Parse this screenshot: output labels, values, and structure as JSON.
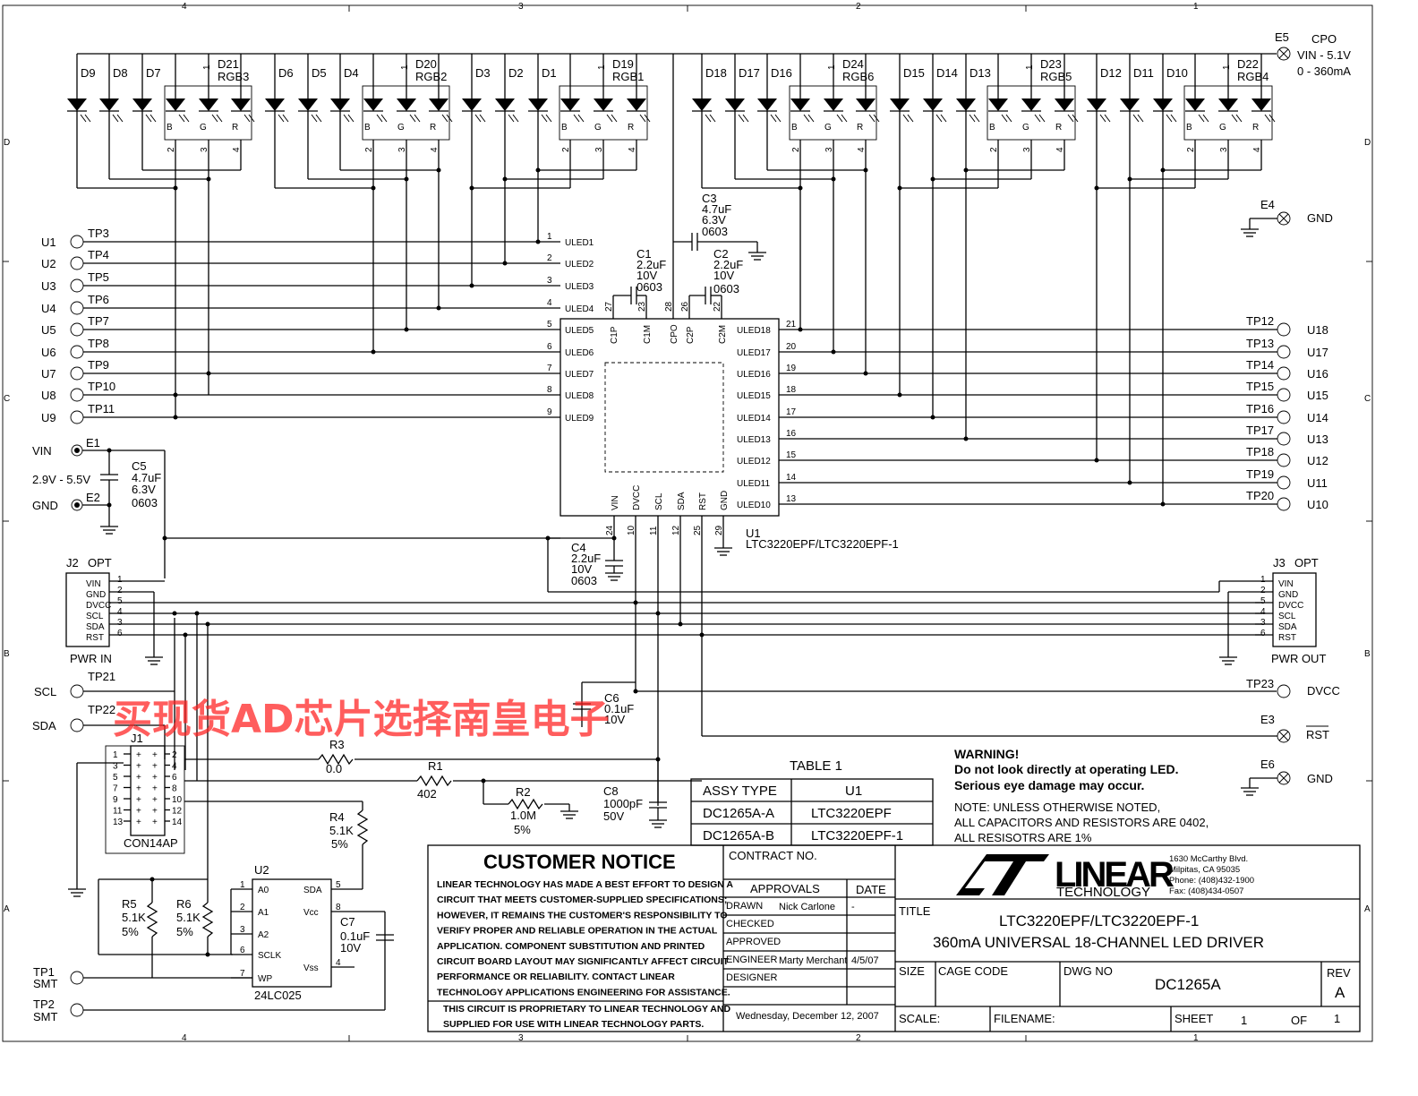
{
  "border": {
    "zones_top": [
      "4",
      "3",
      "2",
      "1"
    ],
    "zones_bottom": [
      "4",
      "3",
      "2",
      "1"
    ],
    "zones_left": [
      "D",
      "C",
      "B",
      "A"
    ],
    "zones_right": [
      "D",
      "C",
      "B",
      "A"
    ]
  },
  "leds": {
    "singles": [
      "D9",
      "D8",
      "D7",
      "D6",
      "D5",
      "D4",
      "D3",
      "D2",
      "D1",
      "D18",
      "D17",
      "D16",
      "D15",
      "D14",
      "D13",
      "D12",
      "D11",
      "D10"
    ],
    "rgb": [
      {
        "ref": "D21",
        "name": "RGB3"
      },
      {
        "ref": "D20",
        "name": "RGB2"
      },
      {
        "ref": "D19",
        "name": "RGB1"
      },
      {
        "ref": "D24",
        "name": "RGB6"
      },
      {
        "ref": "D23",
        "name": "RGB5"
      },
      {
        "ref": "D22",
        "name": "RGB4"
      }
    ],
    "rgb_pins": [
      "B",
      "G",
      "R"
    ],
    "rgb_pin_nums": [
      "1",
      "2",
      "3",
      "4"
    ]
  },
  "cpo": {
    "ref": "E5",
    "name": "CPO",
    "line1": "VIN - 5.1V",
    "line2": "0 - 360mA"
  },
  "gnd_e4": {
    "ref": "E4",
    "name": "GND"
  },
  "caps": {
    "c3": {
      "ref": "C3",
      "v": "4.7uF",
      "volt": "6.3V",
      "pkg": "0603"
    },
    "c1": {
      "ref": "C1",
      "v": "2.2uF",
      "volt": "10V",
      "pkg": "0603"
    },
    "c2": {
      "ref": "C2",
      "v": "2.2uF",
      "volt": "10V",
      "pkg": "0603"
    },
    "c5": {
      "ref": "C5",
      "v": "4.7uF",
      "volt": "6.3V",
      "pkg": "0603"
    },
    "c4": {
      "ref": "C4",
      "v": "2.2uF",
      "volt": "10V",
      "pkg": "0603"
    },
    "c6": {
      "ref": "C6",
      "v": "0.1uF",
      "volt": "10V"
    },
    "c8": {
      "ref": "C8",
      "v": "1000pF",
      "volt": "50V"
    },
    "c7": {
      "ref": "C7",
      "v": "0.1uF",
      "volt": "10V"
    }
  },
  "left_tps": [
    {
      "u": "U1",
      "tp": "TP3"
    },
    {
      "u": "U2",
      "tp": "TP4"
    },
    {
      "u": "U3",
      "tp": "TP5"
    },
    {
      "u": "U4",
      "tp": "TP6"
    },
    {
      "u": "U5",
      "tp": "TP7"
    },
    {
      "u": "U6",
      "tp": "TP8"
    },
    {
      "u": "U7",
      "tp": "TP9"
    },
    {
      "u": "U8",
      "tp": "TP10"
    },
    {
      "u": "U9",
      "tp": "TP11"
    }
  ],
  "right_tps": [
    {
      "u": "U18",
      "tp": "TP12"
    },
    {
      "u": "U17",
      "tp": "TP13"
    },
    {
      "u": "U16",
      "tp": "TP14"
    },
    {
      "u": "U15",
      "tp": "TP15"
    },
    {
      "u": "U14",
      "tp": "TP16"
    },
    {
      "u": "U13",
      "tp": "TP17"
    },
    {
      "u": "U12",
      "tp": "TP18"
    },
    {
      "u": "U11",
      "tp": "TP19"
    },
    {
      "u": "U10",
      "tp": "TP20"
    }
  ],
  "vin": {
    "name": "VIN",
    "ref": "E1",
    "range": "2.9V - 5.5V"
  },
  "gnd_e2": {
    "name": "GND",
    "ref": "E2"
  },
  "ic": {
    "ref": "U1",
    "part": "LTC3220EPF/LTC3220EPF-1",
    "left_pins": [
      {
        "n": "1",
        "name": "ULED1"
      },
      {
        "n": "2",
        "name": "ULED2"
      },
      {
        "n": "3",
        "name": "ULED3"
      },
      {
        "n": "4",
        "name": "ULED4"
      },
      {
        "n": "5",
        "name": "ULED5"
      },
      {
        "n": "6",
        "name": "ULED6"
      },
      {
        "n": "7",
        "name": "ULED7"
      },
      {
        "n": "8",
        "name": "ULED8"
      },
      {
        "n": "9",
        "name": "ULED9"
      }
    ],
    "right_pins": [
      {
        "n": "21",
        "name": "ULED18"
      },
      {
        "n": "20",
        "name": "ULED17"
      },
      {
        "n": "19",
        "name": "ULED16"
      },
      {
        "n": "18",
        "name": "ULED15"
      },
      {
        "n": "17",
        "name": "ULED14"
      },
      {
        "n": "16",
        "name": "ULED13"
      },
      {
        "n": "15",
        "name": "ULED12"
      },
      {
        "n": "14",
        "name": "ULED11"
      },
      {
        "n": "13",
        "name": "ULED10"
      }
    ],
    "top_pins": [
      {
        "n": "27",
        "name": "C1P"
      },
      {
        "n": "23",
        "name": "C1M"
      },
      {
        "n": "28",
        "name": "CPO"
      },
      {
        "n": "26",
        "name": "C2P"
      },
      {
        "n": "22",
        "name": "C2M"
      }
    ],
    "bottom_pins": [
      {
        "n": "24",
        "name": "VIN"
      },
      {
        "n": "10",
        "name": "DVCC"
      },
      {
        "n": "11",
        "name": "SCL"
      },
      {
        "n": "12",
        "name": "SDA"
      },
      {
        "n": "25",
        "name": "RST"
      },
      {
        "n": "29",
        "name": "GND"
      }
    ]
  },
  "j2": {
    "ref": "J2",
    "opt": "OPT",
    "title": "PWR IN",
    "pins": [
      {
        "n": "1",
        "name": "VIN"
      },
      {
        "n": "2",
        "name": "GND"
      },
      {
        "n": "5",
        "name": "DVCC"
      },
      {
        "n": "4",
        "name": "SCL"
      },
      {
        "n": "3",
        "name": "SDA"
      },
      {
        "n": "6",
        "name": "RST"
      }
    ]
  },
  "j3": {
    "ref": "J3",
    "opt": "OPT",
    "title": "PWR OUT",
    "pins": [
      {
        "n": "1",
        "name": "VIN"
      },
      {
        "n": "2",
        "name": "GND"
      },
      {
        "n": "5",
        "name": "DVCC"
      },
      {
        "n": "4",
        "name": "SCL"
      },
      {
        "n": "3",
        "name": "SDA"
      },
      {
        "n": "6",
        "name": "RST"
      }
    ]
  },
  "scl": {
    "name": "SCL",
    "tp": "TP21"
  },
  "sda": {
    "name": "SDA",
    "tp": "TP22"
  },
  "dvcc": {
    "name": "DVCC",
    "tp": "TP23"
  },
  "rst_e3": {
    "name": "RST",
    "ref": "E3"
  },
  "gnd_e6": {
    "name": "GND",
    "ref": "E6"
  },
  "j1": {
    "ref": "J1",
    "part": "CON14AP",
    "left_nums": [
      "1",
      "3",
      "5",
      "7",
      "9",
      "11",
      "13"
    ],
    "right_nums": [
      "2",
      "4",
      "6",
      "8",
      "10",
      "12",
      "14"
    ]
  },
  "res": {
    "r3": {
      "ref": "R3",
      "v": "0.0"
    },
    "r1": {
      "ref": "R1",
      "v": "402"
    },
    "r2": {
      "ref": "R2",
      "v": "1.0M",
      "tol": "5%"
    },
    "r4": {
      "ref": "R4",
      "v": "5.1K",
      "tol": "5%"
    },
    "r5": {
      "ref": "R5",
      "v": "5.1K",
      "tol": "5%"
    },
    "r6": {
      "ref": "R6",
      "v": "5.1K",
      "tol": "5%"
    }
  },
  "u2": {
    "ref": "U2",
    "part": "24LC025",
    "left_pins": [
      {
        "n": "1",
        "name": "A0"
      },
      {
        "n": "2",
        "name": "A1"
      },
      {
        "n": "3",
        "name": "A2"
      },
      {
        "n": "6",
        "name": "SCLK"
      },
      {
        "n": "7",
        "name": "WP"
      }
    ],
    "right_pins": [
      {
        "n": "5",
        "name": "SDA"
      },
      {
        "n": "8",
        "name": "Vcc"
      },
      {
        "n": "4",
        "name": "Vss"
      }
    ]
  },
  "tp1": {
    "name": "TP1",
    "sub": "SMT"
  },
  "tp2": {
    "name": "TP2",
    "sub": "SMT"
  },
  "table1": {
    "title": "TABLE 1",
    "headers": [
      "ASSY TYPE",
      "U1"
    ],
    "rows": [
      [
        "DC1265A-A",
        "LTC3220EPF"
      ],
      [
        "DC1265A-B",
        "LTC3220EPF-1"
      ]
    ]
  },
  "warning": {
    "title": "WARNING!",
    "line1": "Do not look directly at operating LED.",
    "line2": "Serious eye damage may occur."
  },
  "note": {
    "line1": "NOTE: UNLESS OTHERWISE NOTED,",
    "line2": "ALL CAPACITORS AND RESISTORS ARE 0402,",
    "line3": "ALL RESISOTRS ARE 1%"
  },
  "notice": {
    "title": "CUSTOMER NOTICE",
    "lines": [
      "LINEAR TECHNOLOGY HAS MADE A BEST EFFORT TO DESIGN A",
      "CIRCUIT THAT MEETS CUSTOMER-SUPPLIED SPECIFICATIONS;",
      "HOWEVER, IT REMAINS THE CUSTOMER'S RESPONSIBILITY TO",
      "VERIFY PROPER AND RELIABLE OPERATION IN THE ACTUAL",
      "APPLICATION.  COMPONENT SUBSTITUTION AND PRINTED",
      "CIRCUIT BOARD LAYOUT MAY SIGNIFICANTLY AFFECT CIRCUIT",
      "PERFORMANCE OR RELIABILITY.  CONTACT LINEAR",
      "TECHNOLOGY APPLICATIONS ENGINEERING FOR ASSISTANCE."
    ],
    "prop1": "THIS CIRCUIT IS PROPRIETARY TO LINEAR TECHNOLOGY AND",
    "prop2": "SUPPLIED FOR USE WITH LINEAR TECHNOLOGY PARTS."
  },
  "titleblock": {
    "contract": "CONTRACT NO.",
    "approvals": "APPROVALS",
    "date_hdr": "DATE",
    "drawn_lbl": "DRAWN",
    "drawn": "Nick Carlone",
    "drawn_date": "-",
    "checked_lbl": "CHECKED",
    "approved_lbl": "APPROVED",
    "engineer_lbl": "ENGINEER",
    "engineer": "Marty Merchant",
    "engineer_date": "4/5/07",
    "designer_lbl": "DESIGNER",
    "date": "Wednesday, December 12, 2007",
    "logo_word": "LINEAR",
    "logo_sub": "TECHNOLOGY",
    "addr1": "1630 McCarthy Blvd.",
    "addr2": "Milpitas, CA 95035",
    "addr3": "Phone: (408)432-1900",
    "addr4": "Fax: (408)434-0507",
    "title_lbl": "TITLE",
    "title1": "LTC3220EPF/LTC3220EPF-1",
    "title2": "360mA UNIVERSAL 18-CHANNEL LED DRIVER",
    "size_lbl": "SIZE",
    "cage_lbl": "CAGE CODE",
    "dwg_lbl": "DWG NO",
    "dwg": "DC1265A",
    "rev_lbl": "REV",
    "rev": "A",
    "scale_lbl": "SCALE:",
    "filename_lbl": "FILENAME:",
    "sheet_lbl": "SHEET",
    "sheet": "1",
    "of_lbl": "OF",
    "of": "1"
  },
  "watermark": "买现货AD芯片选择南皇电子"
}
